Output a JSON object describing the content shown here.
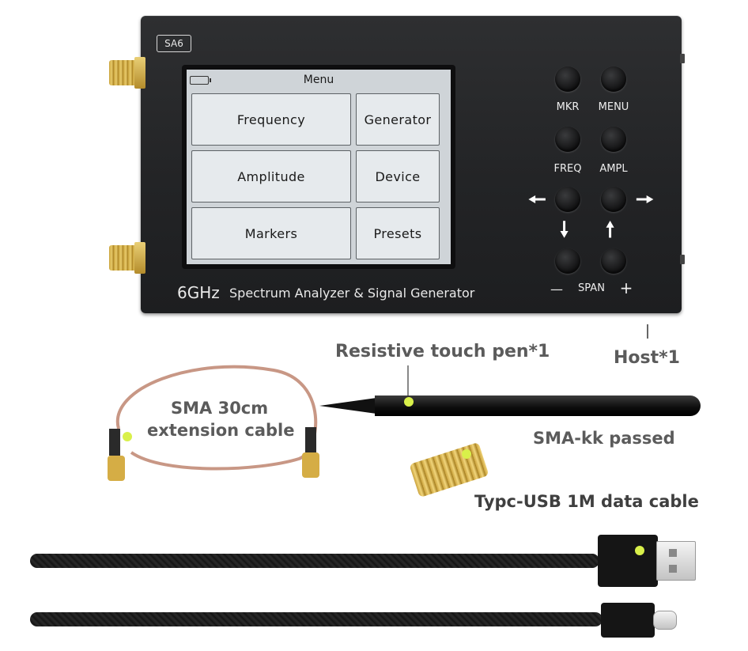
{
  "device": {
    "model": "SA6",
    "screen": {
      "title": "Menu",
      "tiles": {
        "frequency": "Frequency",
        "generator": "Generator",
        "amplitude": "Amplitude",
        "device": "Device",
        "markers": "Markers",
        "presets": "Presets"
      }
    },
    "caption_freq": "6GHz",
    "caption_text": "Spectrum Analyzer & Signal Generator",
    "buttons": {
      "mkr": "MKR",
      "menu": "MENU",
      "freq": "FREQ",
      "ampl": "AMPL",
      "span_minus": "—",
      "span": "SPAN",
      "span_plus": "+"
    }
  },
  "labels": {
    "host": "Host*1",
    "pen": "Resistive touch pen*1",
    "cable_line1": "SMA 30cm",
    "cable_line2": "extension cable",
    "adapter": "SMA-kk passed",
    "usb": "Typc-USB 1M data cable"
  },
  "colors": {
    "device_body": "#232426",
    "screen_bg": "#cfd4d8",
    "label_gray": "#5b5b5b",
    "marker_dot": "#d9f04a"
  }
}
